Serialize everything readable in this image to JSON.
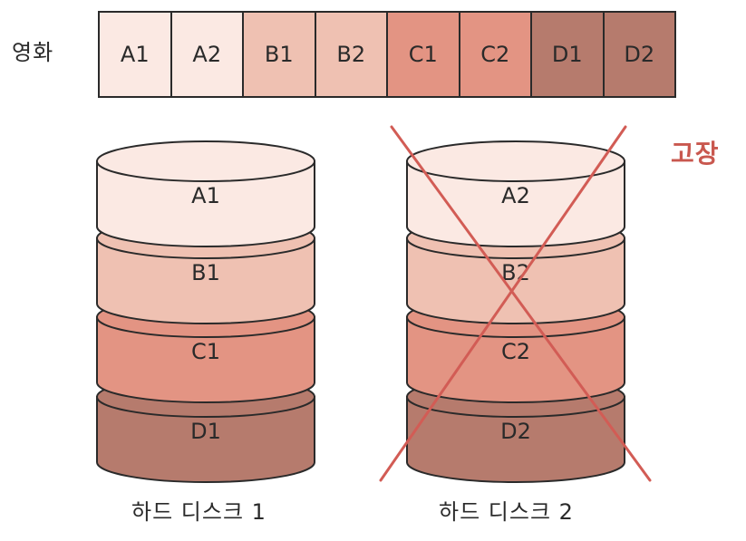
{
  "labels": {
    "movie": "영화",
    "failure": "고장",
    "disk1": "하드 디스크 1",
    "disk2": "하드 디스크 2"
  },
  "movie_blocks": [
    {
      "text": "A1",
      "color": "#fbe9e3"
    },
    {
      "text": "A2",
      "color": "#fbe9e3"
    },
    {
      "text": "B1",
      "color": "#efc1b2"
    },
    {
      "text": "B2",
      "color": "#efc1b2"
    },
    {
      "text": "C1",
      "color": "#e39483"
    },
    {
      "text": "C2",
      "color": "#e39483"
    },
    {
      "text": "D1",
      "color": "#b67b6d"
    },
    {
      "text": "D2",
      "color": "#b67b6d"
    }
  ],
  "disks": [
    {
      "name": "disk1",
      "failed": false,
      "platters": [
        {
          "text": "A1",
          "color": "#fbe9e3"
        },
        {
          "text": "B1",
          "color": "#efc1b2"
        },
        {
          "text": "C1",
          "color": "#e39483"
        },
        {
          "text": "D1",
          "color": "#b67b6d"
        }
      ]
    },
    {
      "name": "disk2",
      "failed": true,
      "platters": [
        {
          "text": "A2",
          "color": "#fbe9e3"
        },
        {
          "text": "B2",
          "color": "#efc1b2"
        },
        {
          "text": "C2",
          "color": "#e39483"
        },
        {
          "text": "D2",
          "color": "#b67b6d"
        }
      ]
    }
  ],
  "colors": {
    "outline": "#2a2a2a",
    "cross": "#d25c55"
  }
}
